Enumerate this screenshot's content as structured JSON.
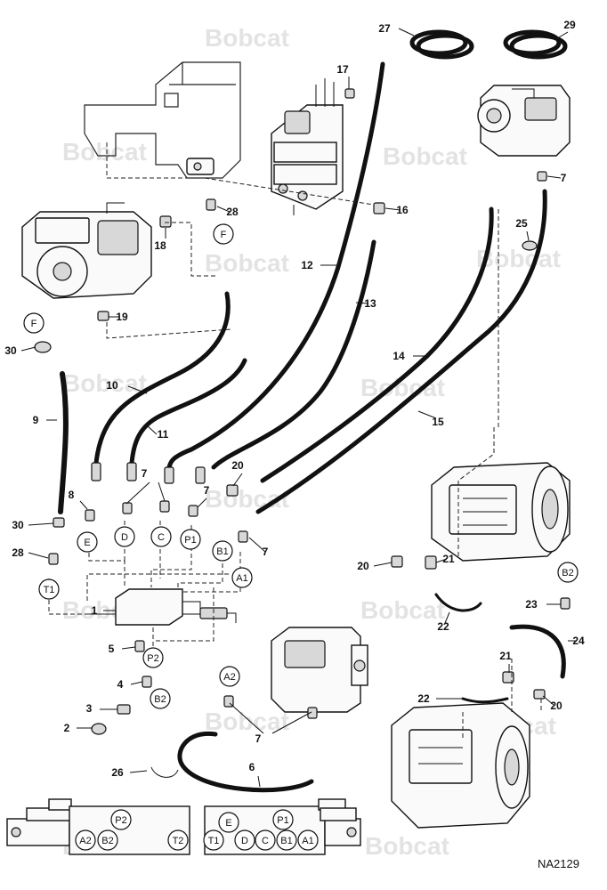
{
  "watermark": "Bobcat",
  "figure_id": "NA2129",
  "callouts": [
    "1",
    "2",
    "3",
    "4",
    "5",
    "6",
    "7",
    "8",
    "9",
    "10",
    "11",
    "12",
    "13",
    "14",
    "15",
    "16",
    "17",
    "18",
    "19",
    "20",
    "21",
    "22",
    "23",
    "24",
    "25",
    "26",
    "27",
    "28",
    "29",
    "30"
  ],
  "circle_labels": [
    "F",
    "E",
    "D",
    "C",
    "P1",
    "B1",
    "A1",
    "T1",
    "P2",
    "B2",
    "A2"
  ],
  "port_block_left": {
    "ports": [
      "P2",
      "A2",
      "B2",
      "T2"
    ]
  },
  "port_block_right": {
    "ports": [
      "E",
      "P1",
      "T1",
      "D",
      "C",
      "B1",
      "A1"
    ]
  },
  "colors": {
    "line": "#111111",
    "watermark": "#e3e3e3",
    "background": "#ffffff"
  }
}
